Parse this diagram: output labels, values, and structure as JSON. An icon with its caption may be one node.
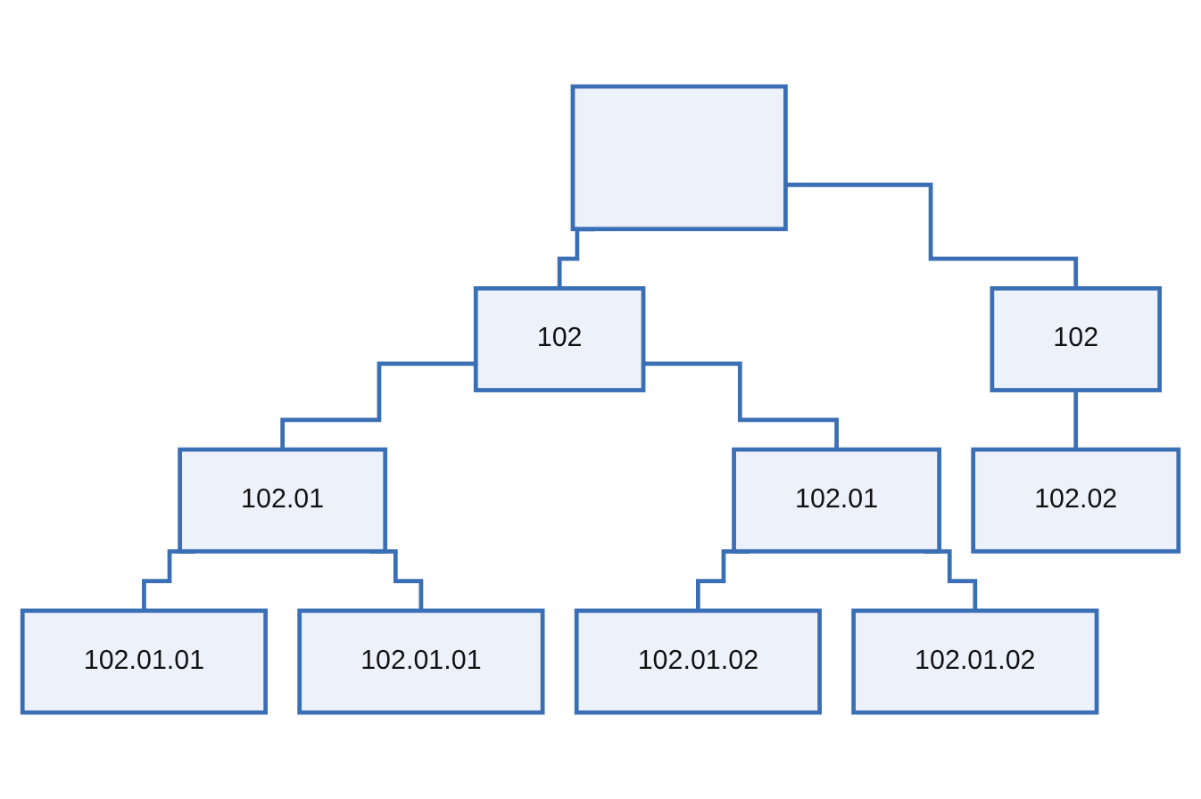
{
  "diagram": {
    "nodes": [
      {
        "text": [],
        "shape": "box"
      },
      {
        "text": [
          "102"
        ]
      },
      {
        "text": [
          "102"
        ]
      },
      {
        "text": [
          "102.01"
        ]
      },
      {
        "text": [
          "102.01"
        ]
      },
      {
        "text": [
          "102.02"
        ]
      },
      {
        "text": [
          "102.01.01"
        ]
      },
      {
        "text": [
          "102.01.01"
        ]
      },
      {
        "text": [
          "102.01.02"
        ]
      },
      {
        "text": [
          "102.01.02"
        ]
      }
    ],
    "edges": [
      {
        "from": 0,
        "to": 1,
        "arrow": "none"
      },
      {
        "from": 0,
        "to": 2,
        "arrow": "none"
      },
      {
        "from": 1,
        "to": 3,
        "arrow": "none"
      },
      {
        "from": 1,
        "to": 4,
        "arrow": "none"
      },
      {
        "from": 2,
        "to": 5,
        "arrow": "none"
      },
      {
        "from": 3,
        "to": 6,
        "arrow": "none"
      },
      {
        "from": 3,
        "to": 7,
        "arrow": "none"
      },
      {
        "from": 4,
        "to": 8,
        "arrow": "none"
      },
      {
        "from": 4,
        "to": 9,
        "arrow": "none"
      }
    ]
  }
}
